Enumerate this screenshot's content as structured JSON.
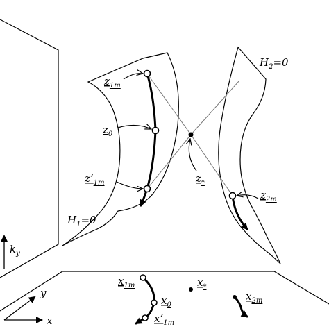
{
  "labels": {
    "h1": "H1=0",
    "h2": "H2=0",
    "z1m": "z1m",
    "z0": "z0",
    "z1m_prime": "z'1m",
    "z_star": "z*",
    "z2m": "z2m",
    "x1m": "x1m",
    "x0": "x0",
    "x_star": "x*",
    "x1m_prime": "x'1m",
    "x2m": "x2m",
    "axis_x": "x",
    "axis_y": "y",
    "axis_ky": "ky"
  }
}
